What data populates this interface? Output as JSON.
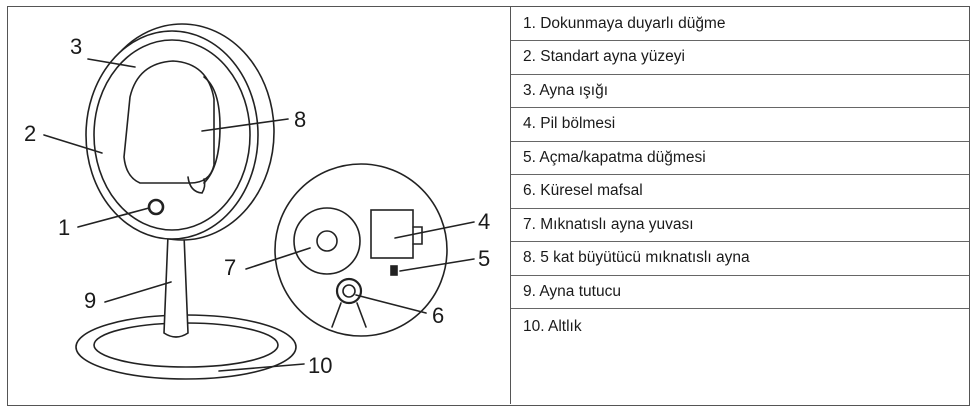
{
  "callouts": {
    "c1": "1",
    "c2": "2",
    "c3": "3",
    "c4": "4",
    "c5": "5",
    "c6": "6",
    "c7": "7",
    "c8": "8",
    "c9": "9",
    "c10": "10"
  },
  "legend": {
    "items": [
      "1. Dokunmaya duyarlı düğme",
      "2. Standart ayna yüzeyi",
      "3. Ayna ışığı",
      "4. Pil bölmesi",
      "5. Açma/kapatma düğmesi",
      "6. Küresel mafsal",
      "7. Mıknatıslı ayna yuvası",
      "8. 5 kat büyütücü mıknatıslı ayna",
      "9. Ayna tutucu",
      "10. Altlık"
    ]
  },
  "colors": {
    "line": "#222222",
    "border": "#555555"
  }
}
